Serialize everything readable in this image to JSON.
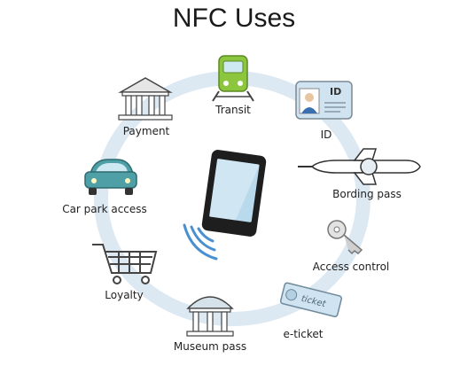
{
  "title": "NFC Uses",
  "uses": {
    "transit": "Transit",
    "id": "ID",
    "id_card_text": "ID",
    "boarding_pass": "Bording pass",
    "access_control": "Access control",
    "eticket": "e-ticket",
    "eticket_card_text": "ticket",
    "museum_pass": "Museum pass",
    "loyalty": "Loyalty",
    "car_park_access": "Car park access",
    "payment": "Payment"
  },
  "colors": {
    "ring": "#dce8f2",
    "train": "#8cc63f",
    "car": "#4f9fa6",
    "phone_screen": "#b9d9ec",
    "card_blue": "#cfe3f1"
  },
  "icons": [
    "train-icon",
    "id-card-icon",
    "airplane-icon",
    "key-icon",
    "ticket-icon",
    "museum-icon",
    "shopping-cart-icon",
    "car-icon",
    "bank-icon",
    "smartphone-icon",
    "nfc-waves-icon"
  ]
}
